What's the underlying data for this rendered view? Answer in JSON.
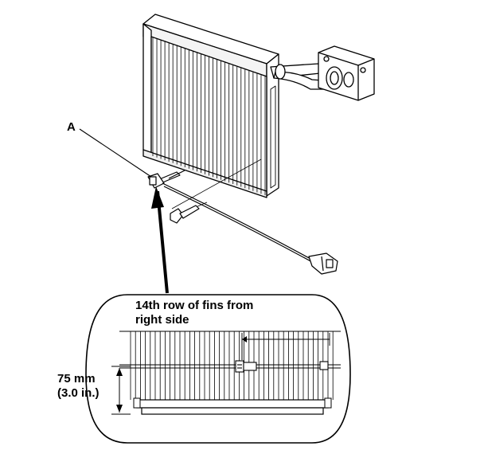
{
  "callout": {
    "part_label": "A",
    "note_line1": "14th row of fins from",
    "note_line2": "right side"
  },
  "dimension": {
    "metric": "75 mm",
    "imperial": "(3.0 in.)"
  },
  "colors": {
    "line": "#000000",
    "background": "#ffffff",
    "shade": "#d8d8d8"
  }
}
